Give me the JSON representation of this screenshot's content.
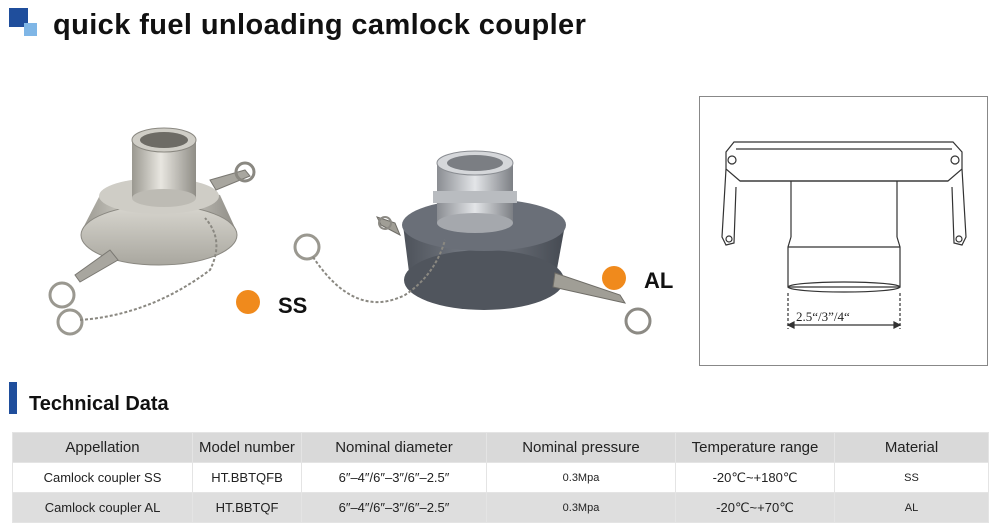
{
  "title": "quick fuel unloading camlock coupler",
  "colors": {
    "accent": "#1f4e9c",
    "accent_light": "#7fb6e6",
    "marker": "#f08a1c",
    "header_bg": "#d9d9d9",
    "row_alt_bg": "#dedede"
  },
  "products": [
    {
      "label": "SS",
      "image": "stainless-steel-camlock-coupler-photo"
    },
    {
      "label": "AL",
      "image": "aluminum-camlock-coupler-photo"
    }
  ],
  "diagram": {
    "dimension_label": "2.5“/3”/4“"
  },
  "technical": {
    "heading": "Technical Data",
    "columns": [
      "Appellation",
      "Model number",
      "Nominal diameter",
      "Nominal pressure",
      "Temperature range",
      "Material"
    ],
    "rows": [
      [
        "Camlock coupler SS",
        "HT.BBTQFB",
        "6″–4″/6″–3″/6″–2.5″",
        "0.3Mpa",
        "-20℃~+180℃",
        "SS"
      ],
      [
        "Camlock coupler AL",
        "HT.BBTQF",
        "6″–4″/6″–3″/6″–2.5″",
        "0.3Mpa",
        "-20℃~+70℃",
        "AL"
      ]
    ]
  }
}
